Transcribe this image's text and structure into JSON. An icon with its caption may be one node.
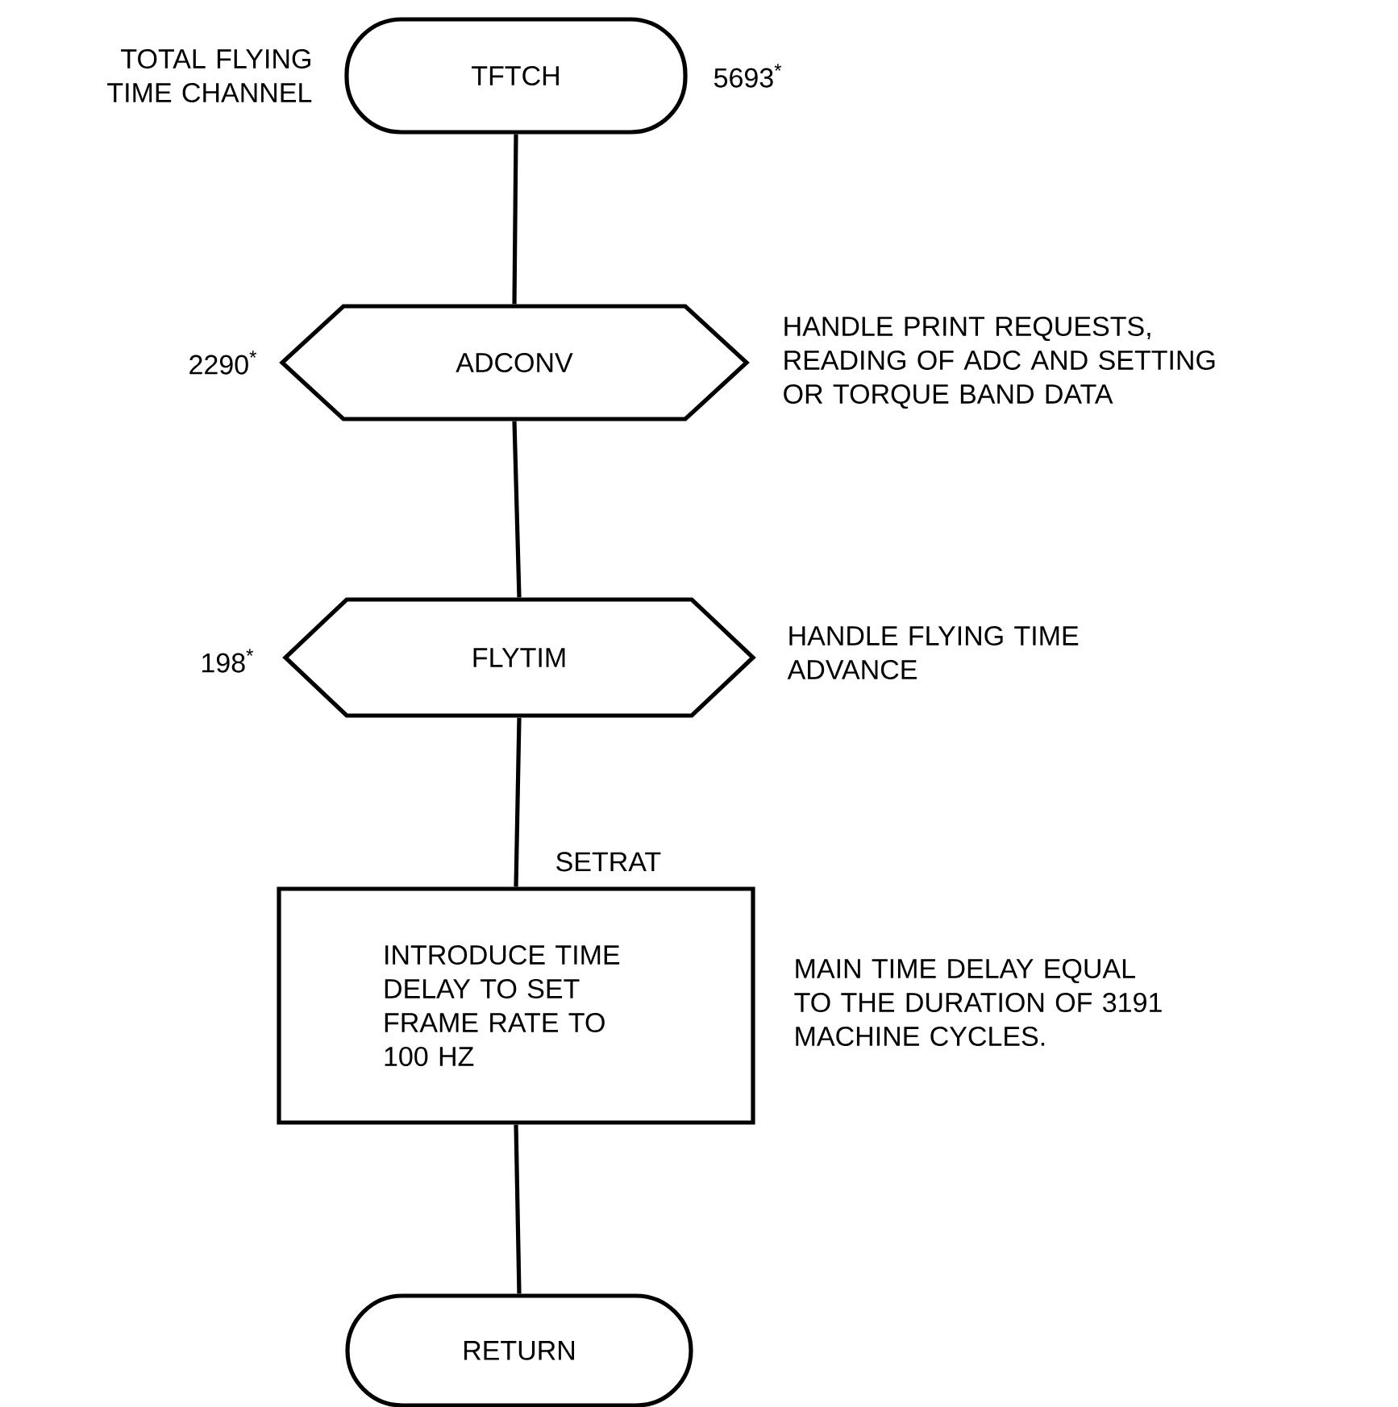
{
  "diagram": {
    "nodes": [
      {
        "text": [
          "TFTCH"
        ],
        "beside": [
          "TOTAL FLYING TIME CHANNEL",
          "5693$^{*}$"
        ]
      },
      {
        "text": [
          "ADCONV"
        ],
        "beside": [
          "2290$^{*}$",
          "HANDLE PRINT REQUESTS, READING OF ADC AND SETTING OR TORQUE BAND DATA"
        ]
      },
      {
        "text": [
          "FLYTIM"
        ],
        "beside": [
          "198$^{*}$",
          "HANDLE FLYING TIME ADVANCE"
        ]
      },
      {
        "text": [
          "SETRAT",
          "INTRODUCE TIME DELAY TO SET FRAME RATE TO 100 HZ"
        ],
        "beside": [
          "MAIN TIME DELAY EQUAL TO THE DURATION OF 3191 MACHINE CYCLES."
        ]
      },
      {
        "text": [
          "RETURN"
        ]
      }
    ],
    "edges": [
      {
        "from": 0,
        "to": 1,
        "arrow": "none"
      },
      {
        "from": 1,
        "to": 2,
        "arrow": "none"
      },
      {
        "from": 2,
        "to": 3,
        "arrow": "none"
      },
      {
        "from": 3,
        "to": 4,
        "arrow": "none"
      }
    ]
  }
}
